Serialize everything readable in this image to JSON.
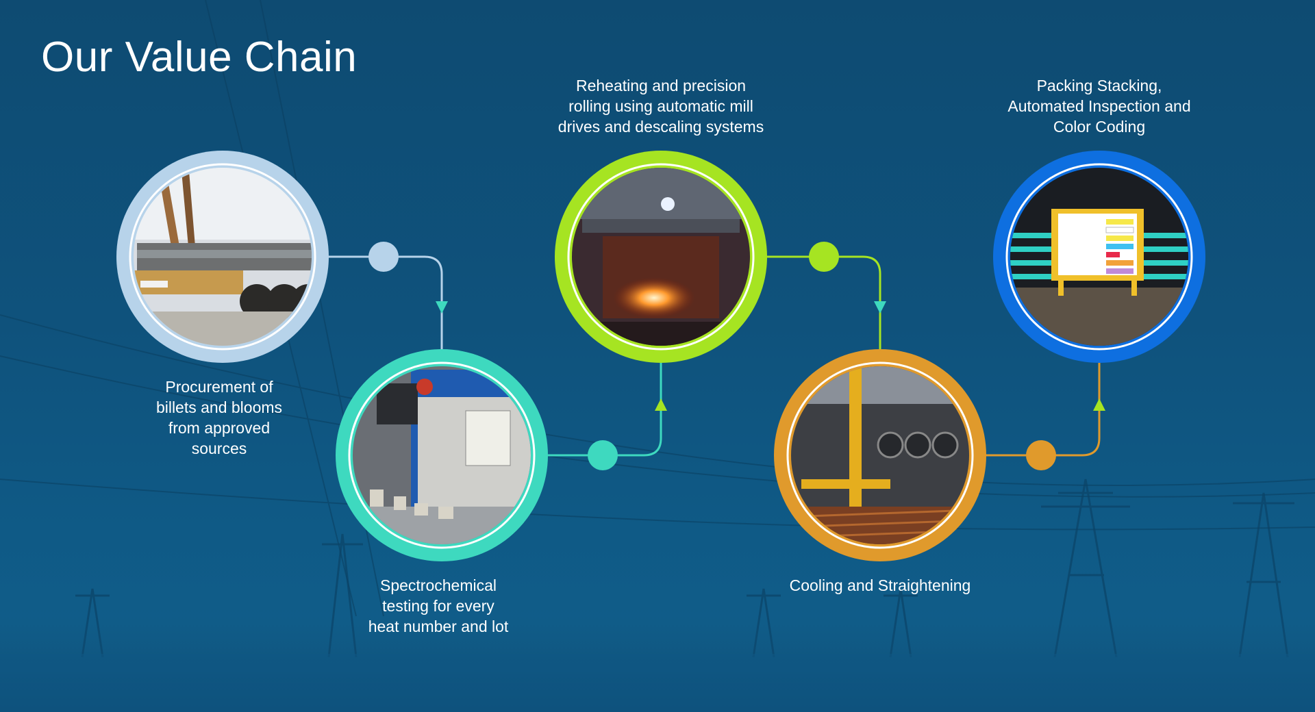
{
  "title": "Our Value Chain",
  "colors": {
    "background": "#0f527c",
    "stage1": "#b7d3ea",
    "stage2": "#3ed9bf",
    "stage3": "#a6e422",
    "stage4": "#e09a2c",
    "stage5": "#0e6fe0"
  },
  "stages": [
    {
      "lines": [
        "Procurement of",
        "billets and blooms",
        "from approved",
        "sources"
      ],
      "photo_icon": "truck-with-billets-photo",
      "color": "#b7d3ea"
    },
    {
      "lines": [
        "Spectrochemical",
        "testing for every",
        "heat number and lot"
      ],
      "photo_icon": "spectrometer-lab-photo",
      "color": "#3ed9bf"
    },
    {
      "lines": [
        "Reheating and precision",
        "rolling using automatic mill",
        "drives and descaling systems"
      ],
      "photo_icon": "reheating-furnace-photo",
      "color": "#a6e422"
    },
    {
      "lines": [
        "Cooling and Straightening"
      ],
      "photo_icon": "straightening-mill-photo",
      "color": "#e09a2c"
    },
    {
      "lines": [
        "Packing Stacking,",
        "Automated Inspection and",
        "Color Coding"
      ],
      "photo_icon": "color-coded-stack-photo",
      "color": "#0e6fe0"
    }
  ]
}
